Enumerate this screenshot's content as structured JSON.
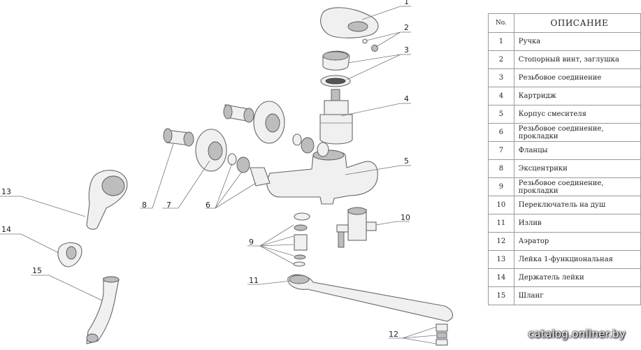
{
  "legend": {
    "header_no": "No.",
    "header_desc": "ОПИСАНИЕ",
    "rows": [
      {
        "no": "1",
        "desc": "Ручка"
      },
      {
        "no": "2",
        "desc": "Стопорный винт, заглушка"
      },
      {
        "no": "3",
        "desc": "Резьбовое соединение"
      },
      {
        "no": "4",
        "desc": "Картридж"
      },
      {
        "no": "5",
        "desc": "Корпус смесителя"
      },
      {
        "no": "6",
        "desc": "Резьбовое соединение, прокладки"
      },
      {
        "no": "7",
        "desc": "Фланцы"
      },
      {
        "no": "8",
        "desc": "Эксцентрики"
      },
      {
        "no": "9",
        "desc": "Резьбовое соединение, прокладки"
      },
      {
        "no": "10",
        "desc": "Переключатель на душ"
      },
      {
        "no": "11",
        "desc": "Излив"
      },
      {
        "no": "12",
        "desc": "Аэратор"
      },
      {
        "no": "13",
        "desc": "Лейка 1-функциональная"
      },
      {
        "no": "14",
        "desc": "Держатель лейки"
      },
      {
        "no": "15",
        "desc": "Шланг"
      }
    ]
  },
  "callouts": [
    "1",
    "2",
    "3",
    "4",
    "5",
    "6",
    "7",
    "8",
    "9",
    "10",
    "11",
    "12",
    "13",
    "14",
    "15"
  ],
  "watermark": "catalog.onliner.by"
}
